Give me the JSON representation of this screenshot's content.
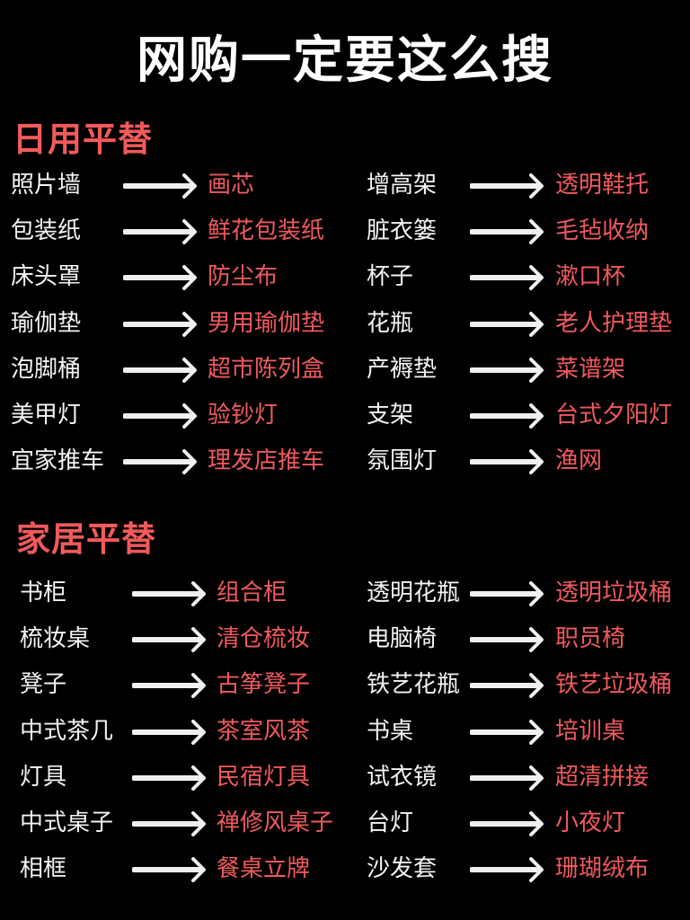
{
  "title": "网购一定要这么搜",
  "colors": {
    "accent": "#ef5a5e",
    "background": "#000000",
    "text": "#f4f4f4"
  },
  "sections": [
    {
      "heading": "日用平替",
      "left": [
        {
          "from": "照片墙",
          "to": "画芯"
        },
        {
          "from": "包装纸",
          "to": "鲜花包装纸"
        },
        {
          "from": "床头罩",
          "to": "防尘布"
        },
        {
          "from": "瑜伽垫",
          "to": "男用瑜伽垫"
        },
        {
          "from": "泡脚桶",
          "to": "超市陈列盒"
        },
        {
          "from": "美甲灯",
          "to": "验钞灯"
        },
        {
          "from": "宜家推车",
          "to": "理发店推车"
        }
      ],
      "right": [
        {
          "from": "增高架",
          "to": "透明鞋托"
        },
        {
          "from": "脏衣篓",
          "to": "毛毡收纳"
        },
        {
          "from": "杯子",
          "to": "漱口杯"
        },
        {
          "from": "花瓶",
          "to": "老人护理垫"
        },
        {
          "from": "产褥垫",
          "to": "菜谱架"
        },
        {
          "from": "支架",
          "to": "台式夕阳灯"
        },
        {
          "from": "氛围灯",
          "to": "渔网"
        }
      ]
    },
    {
      "heading": "家居平替",
      "left": [
        {
          "from": "书柜",
          "to": "组合柜"
        },
        {
          "from": "梳妆桌",
          "to": "清仓梳妆"
        },
        {
          "from": "凳子",
          "to": "古筝凳子"
        },
        {
          "from": "中式茶几",
          "to": "茶室风茶"
        },
        {
          "from": "灯具",
          "to": "民宿灯具"
        },
        {
          "from": "中式桌子",
          "to": "禅修风桌子"
        },
        {
          "from": "相框",
          "to": "餐桌立牌"
        }
      ],
      "right": [
        {
          "from": "透明花瓶",
          "to": "透明垃圾桶"
        },
        {
          "from": "电脑椅",
          "to": "职员椅"
        },
        {
          "from": "铁艺花瓶",
          "to": "铁艺垃圾桶"
        },
        {
          "from": "书桌",
          "to": "培训桌"
        },
        {
          "from": "试衣镜",
          "to": "超清拼接"
        },
        {
          "from": "台灯",
          "to": "小夜灯"
        },
        {
          "from": "沙发套",
          "to": "珊瑚绒布"
        }
      ]
    }
  ]
}
